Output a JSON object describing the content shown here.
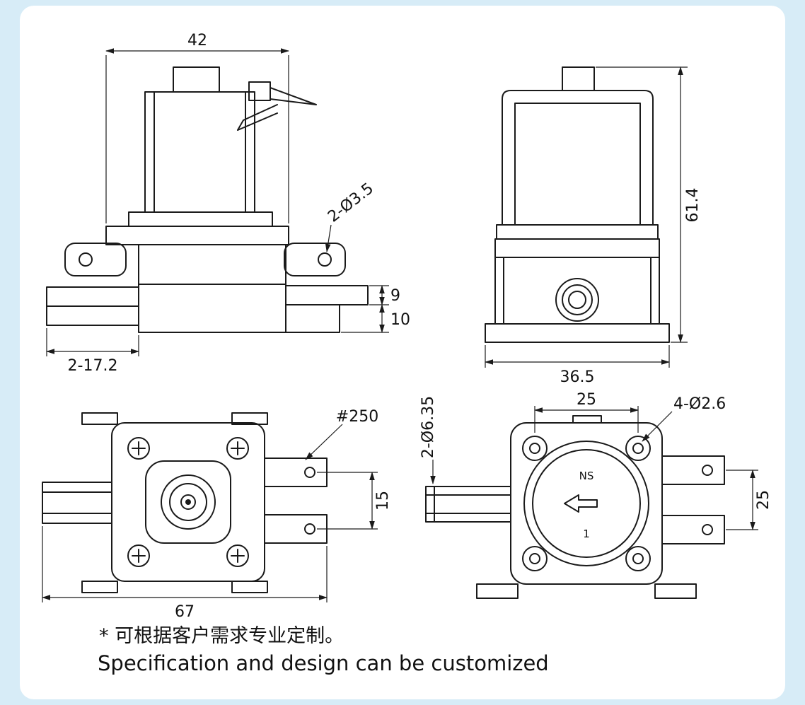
{
  "page": {
    "bg": "#d7ecf7",
    "panel": "#ffffff",
    "line": "#1a1a1a"
  },
  "notes": {
    "zh": "* 可根据客户需求专业定制。",
    "en": "Specification and design can be customized"
  },
  "views": {
    "side": {
      "dim_width": "42",
      "dim_mount_holes": "2-Ø3.5",
      "dim_step_upper": "9",
      "dim_step_lower": "10",
      "dim_tube": "2-17.2"
    },
    "front": {
      "dim_height": "61.4",
      "dim_width": "36.5"
    },
    "top": {
      "terminal_spec": "#250",
      "dim_terminal_pitch": "15",
      "dim_length": "67"
    },
    "face": {
      "dim_port": "2-Ø6.35",
      "dim_hole_pitch_h": "25",
      "dim_holes": "4-Ø2.6",
      "dim_terminal_pitch": "25",
      "mark_top": "NS",
      "mark_bottom": "1"
    }
  }
}
